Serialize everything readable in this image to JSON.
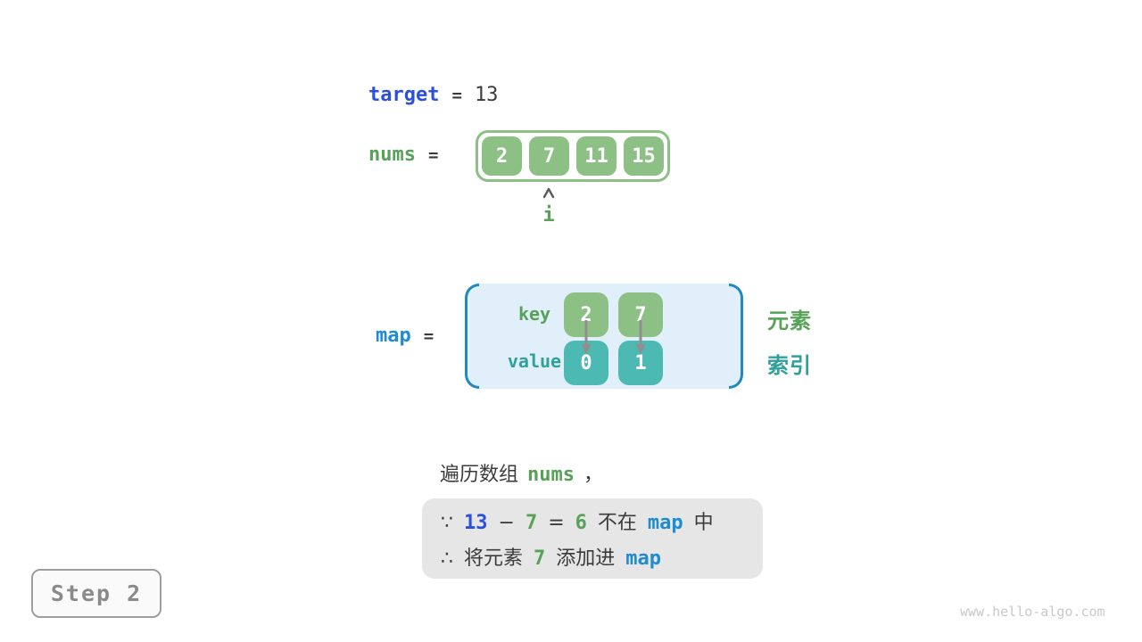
{
  "palette": {
    "target_blue": "#2B50E0",
    "map_azure": "#1E8BD2",
    "element_green": "#57A257",
    "array_box_green": "#8CC084",
    "index_teal": "#2FA09A",
    "value_box_teal": "#4DB9B3",
    "text_dark": "#3B3B3B",
    "note_panel_gray": "#E6E6E6",
    "map_bg_light_blue": "#E0EFF9",
    "map_bracket_blue": "#2088C2"
  },
  "target": {
    "label": "target",
    "equals": "=",
    "value": "13"
  },
  "nums": {
    "label": "nums",
    "equals": "=",
    "values": [
      "2",
      "7",
      "11",
      "15"
    ],
    "pointer_label": "i",
    "pointer_index_shown": 1
  },
  "map": {
    "label": "map",
    "equals": "=",
    "key_label": "key",
    "value_label": "value",
    "entries": [
      {
        "key": "2",
        "value": "0"
      },
      {
        "key": "7",
        "value": "1"
      }
    ],
    "right_label_top": "元素",
    "right_label_bottom": "索引"
  },
  "caption": {
    "prefix": "遍历数组",
    "code": "nums",
    "suffix": "，"
  },
  "note": {
    "line1": [
      {
        "t": "∵"
      },
      {
        "t": "13"
      },
      {
        "t": "−"
      },
      {
        "t": "7"
      },
      {
        "t": "="
      },
      {
        "t": "6"
      },
      {
        "t": "不在"
      },
      {
        "t": "map"
      },
      {
        "t": "中"
      }
    ],
    "line2": [
      {
        "t": "∴"
      },
      {
        "t": "将元素"
      },
      {
        "t": "7"
      },
      {
        "t": "添加进"
      },
      {
        "t": "map"
      }
    ]
  },
  "step": {
    "label": "Step 2"
  },
  "watermark": "www.hello-algo.com"
}
